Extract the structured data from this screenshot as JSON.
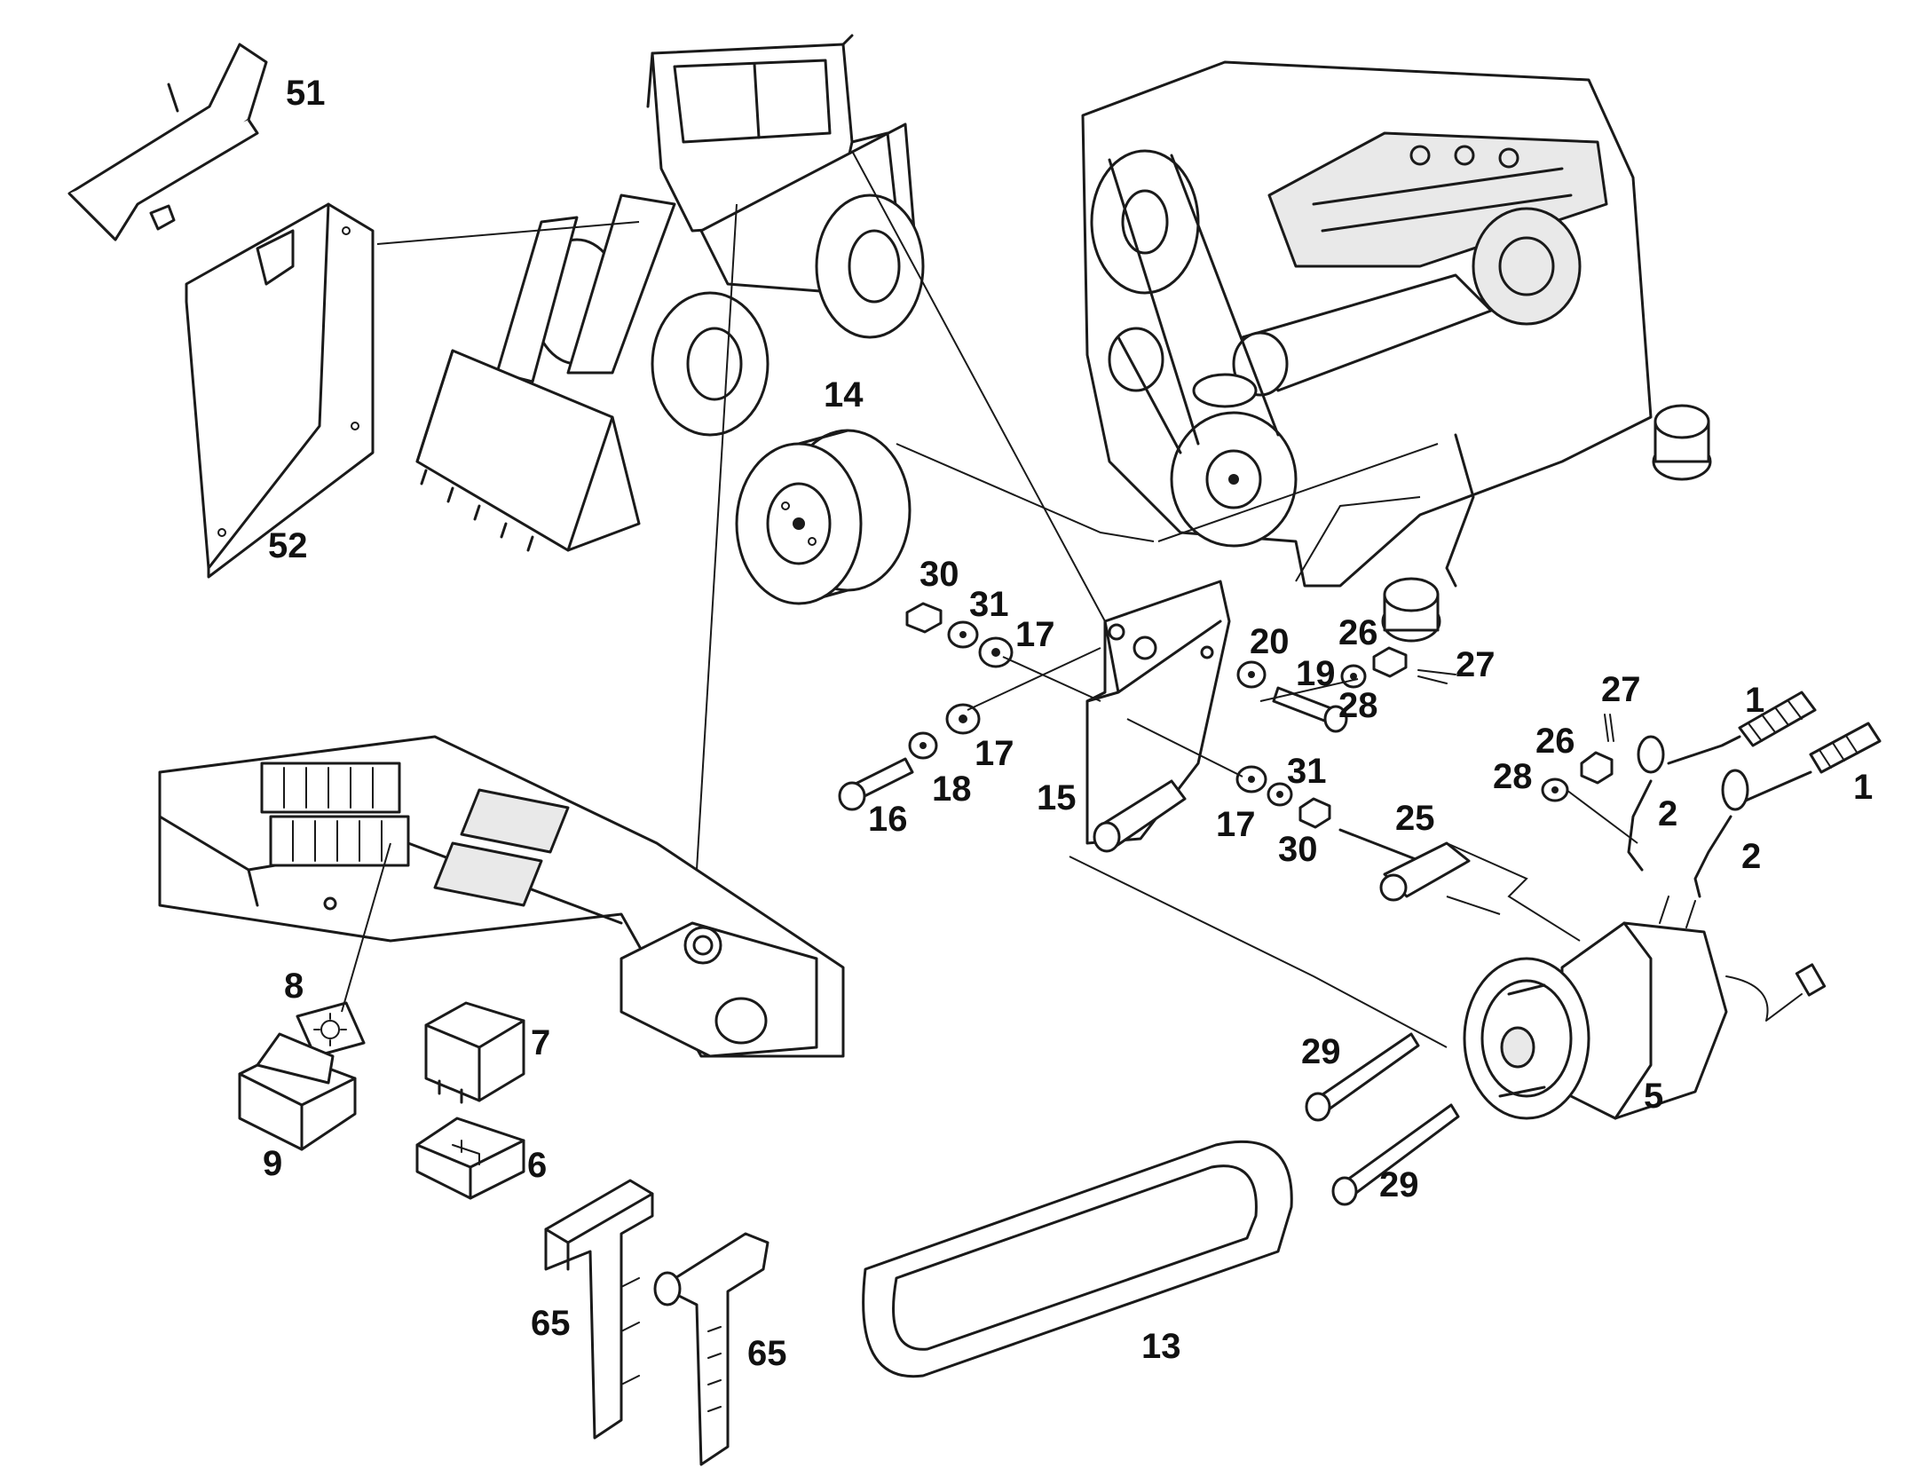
{
  "callouts": [
    {
      "id": "c51",
      "text": "51"
    },
    {
      "id": "c52",
      "text": "52"
    },
    {
      "id": "c14",
      "text": "14"
    },
    {
      "id": "c30a",
      "text": "30"
    },
    {
      "id": "c31a",
      "text": "31"
    },
    {
      "id": "c17a",
      "text": "17"
    },
    {
      "id": "c20",
      "text": "20"
    },
    {
      "id": "c26a",
      "text": "26"
    },
    {
      "id": "c27a",
      "text": "27"
    },
    {
      "id": "c19",
      "text": "19"
    },
    {
      "id": "c28a",
      "text": "28"
    },
    {
      "id": "c17b",
      "text": "17"
    },
    {
      "id": "c18",
      "text": "18"
    },
    {
      "id": "c16",
      "text": "16"
    },
    {
      "id": "c15",
      "text": "15"
    },
    {
      "id": "c31b",
      "text": "31"
    },
    {
      "id": "c17c",
      "text": "17"
    },
    {
      "id": "c30b",
      "text": "30"
    },
    {
      "id": "c25",
      "text": "25"
    },
    {
      "id": "c27b",
      "text": "27"
    },
    {
      "id": "c1a",
      "text": "1"
    },
    {
      "id": "c26b",
      "text": "26"
    },
    {
      "id": "c28b",
      "text": "28"
    },
    {
      "id": "c2a",
      "text": "2"
    },
    {
      "id": "c1b",
      "text": "1"
    },
    {
      "id": "c2b",
      "text": "2"
    },
    {
      "id": "c8",
      "text": "8"
    },
    {
      "id": "c7",
      "text": "7"
    },
    {
      "id": "c9",
      "text": "9"
    },
    {
      "id": "c6",
      "text": "6"
    },
    {
      "id": "c29a",
      "text": "29"
    },
    {
      "id": "c5",
      "text": "5"
    },
    {
      "id": "c29b",
      "text": "29"
    },
    {
      "id": "c13",
      "text": "13"
    },
    {
      "id": "c65a",
      "text": "65"
    },
    {
      "id": "c65b",
      "text": "65"
    }
  ]
}
